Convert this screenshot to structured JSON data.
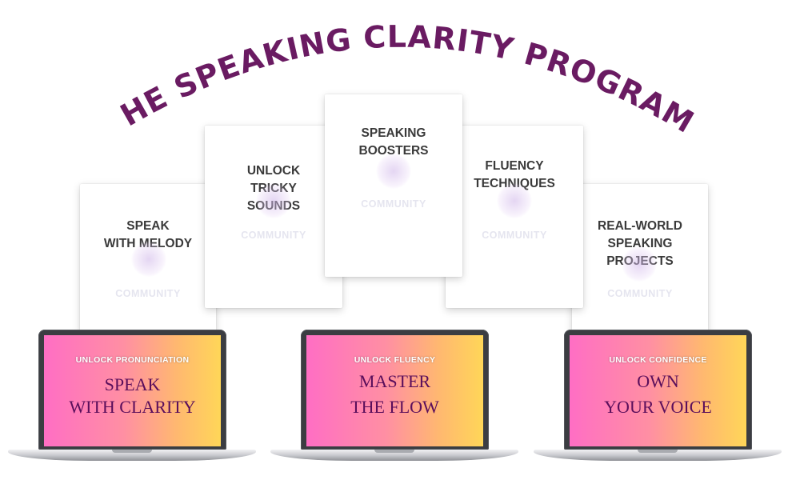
{
  "title": "THE SPEAKING CLARITY PROGRAM",
  "colors": {
    "title": "#6a1b62",
    "card_text": "#3a3a3a",
    "screen_gradient": [
      "#ff6ec4",
      "#ffd658"
    ],
    "screen_text": "#5a0e5b"
  },
  "cards": [
    {
      "lines": [
        "SPEAK",
        "WITH MELODY"
      ],
      "watermark": "COMMUNITY"
    },
    {
      "lines": [
        "UNLOCK",
        "TRICKY",
        "SOUNDS"
      ],
      "watermark": "COMMUNITY"
    },
    {
      "lines": [
        "SPEAKING",
        "BOOSTERS"
      ],
      "watermark": "COMMUNITY"
    },
    {
      "lines": [
        "FLUENCY",
        "TECHNIQUES"
      ],
      "watermark": "COMMUNITY"
    },
    {
      "lines": [
        "REAL-WORLD",
        "SPEAKING",
        "PROJECTS"
      ],
      "watermark": "COMMUNITY"
    }
  ],
  "laptops": [
    {
      "subtitle": "UNLOCK PRONUNCIATION",
      "lines": [
        "SPEAK",
        "WITH CLARITY"
      ]
    },
    {
      "subtitle": "UNLOCK FLUENCY",
      "lines": [
        "MASTER",
        "THE FLOW"
      ]
    },
    {
      "subtitle": "UNLOCK CONFIDENCE",
      "lines": [
        "OWN",
        "YOUR VOICE"
      ]
    }
  ]
}
